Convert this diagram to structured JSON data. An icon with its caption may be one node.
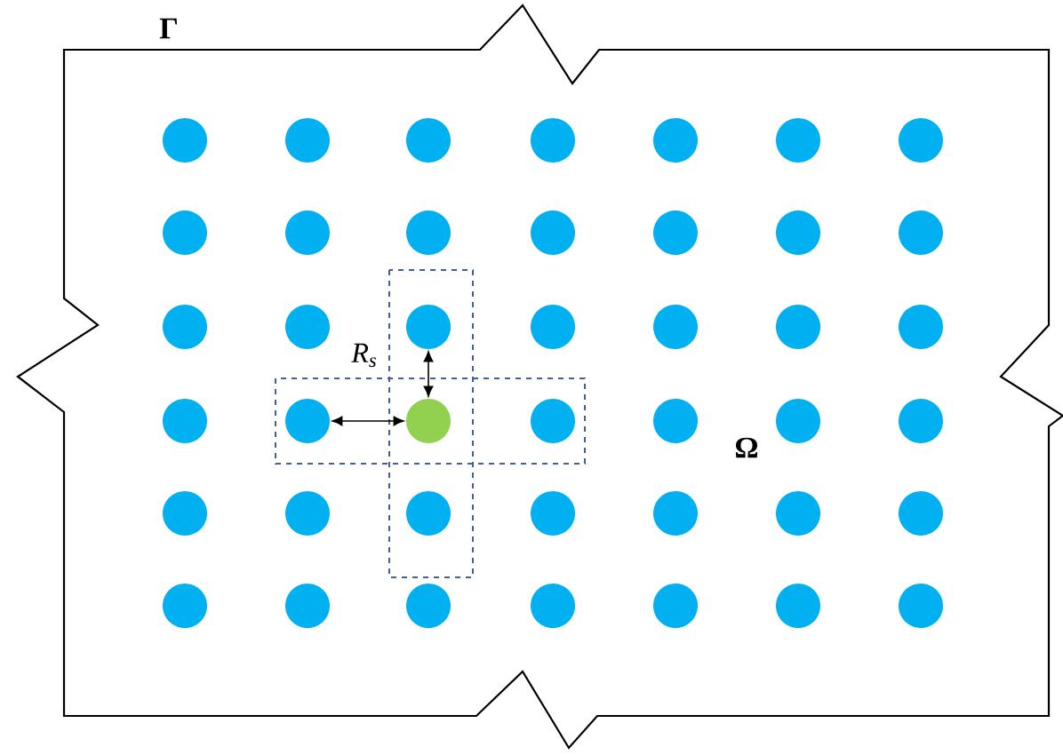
{
  "diagram": {
    "nodes": [
      {
        "text": [],
        "shape": "circle"
      },
      {
        "text": [],
        "shape": "circle"
      },
      {
        "text": [],
        "shape": "circle"
      },
      {
        "text": [],
        "shape": "circle"
      },
      {
        "text": [],
        "shape": "circle"
      },
      {
        "text": [],
        "shape": "circle"
      },
      {
        "text": [],
        "shape": "circle"
      },
      {
        "text": [],
        "shape": "circle"
      },
      {
        "text": [],
        "shape": "circle"
      },
      {
        "text": [],
        "shape": "circle"
      },
      {
        "text": [],
        "shape": "circle"
      },
      {
        "text": [],
        "shape": "circle"
      },
      {
        "text": [],
        "shape": "circle"
      },
      {
        "text": [],
        "shape": "circle"
      },
      {
        "text": [],
        "shape": "circle"
      },
      {
        "text": [],
        "shape": "circle"
      },
      {
        "text": [],
        "shape": "circle"
      },
      {
        "text": [],
        "shape": "circle"
      },
      {
        "text": [],
        "shape": "circle"
      },
      {
        "text": [],
        "shape": "circle"
      },
      {
        "text": [],
        "shape": "circle"
      },
      {
        "text": [],
        "shape": "circle"
      },
      {
        "text": [],
        "shape": "circle"
      },
      {
        "text": [],
        "shape": "circle"
      },
      {
        "text": [],
        "shape": "circle"
      },
      {
        "text": [],
        "shape": "circle"
      },
      {
        "text": [],
        "shape": "circle"
      },
      {
        "text": [],
        "shape": "circle"
      },
      {
        "text": [],
        "shape": "circle"
      },
      {
        "text": [],
        "shape": "circle"
      },
      {
        "text": [],
        "shape": "circle"
      },
      {
        "text": [],
        "shape": "circle"
      },
      {
        "text": [],
        "shape": "circle"
      },
      {
        "text": [],
        "shape": "circle"
      },
      {
        "text": [],
        "shape": "circle"
      },
      {
        "text": [],
        "shape": "circle"
      },
      {
        "text": [],
        "shape": "circle"
      },
      {
        "text": [],
        "shape": "circle"
      },
      {
        "text": [],
        "shape": "circle"
      },
      {
        "text": [],
        "shape": "circle"
      },
      {
        "text": [],
        "shape": "circle"
      },
      {
        "text": [],
        "shape": "circle"
      }
    ],
    "edges": [
      {
        "from": 23,
        "to": 22,
        "arrow": "both"
      },
      {
        "from": 23,
        "to": 16,
        "arrow": "both"
      }
    ],
    "labels": [
      "Γ",
      "R$_{s}$",
      "Ω"
    ]
  }
}
